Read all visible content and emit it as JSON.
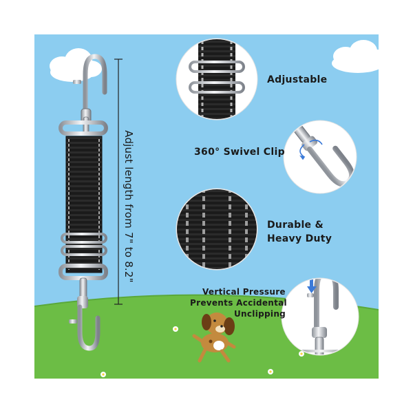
{
  "product": {
    "length_label": "Adjust length from 7\" to 8.2\""
  },
  "features": [
    {
      "id": "adjustable",
      "label": "Adjustable"
    },
    {
      "id": "swivel",
      "label": "360° Swivel Clip"
    },
    {
      "id": "durable",
      "label_line1": "Durable &",
      "label_line2": "Heavy Duty"
    },
    {
      "id": "pressure",
      "label_line1": "Vertical Pressure",
      "label_line2": "Prevents Accidental",
      "label_line3": "Unclipping"
    }
  ],
  "colors": {
    "sky": "#8ccdf0",
    "grass": "#6cbd45",
    "strap": "#1b1b1b",
    "reflective": "#a9a9a9",
    "metal": "#c9ccd1"
  },
  "icons": [
    "cloud-icon",
    "dog-illustration",
    "flower-icon",
    "carabiner-clip-icon",
    "arrow-down-icon",
    "rotate-arrows-icon"
  ]
}
